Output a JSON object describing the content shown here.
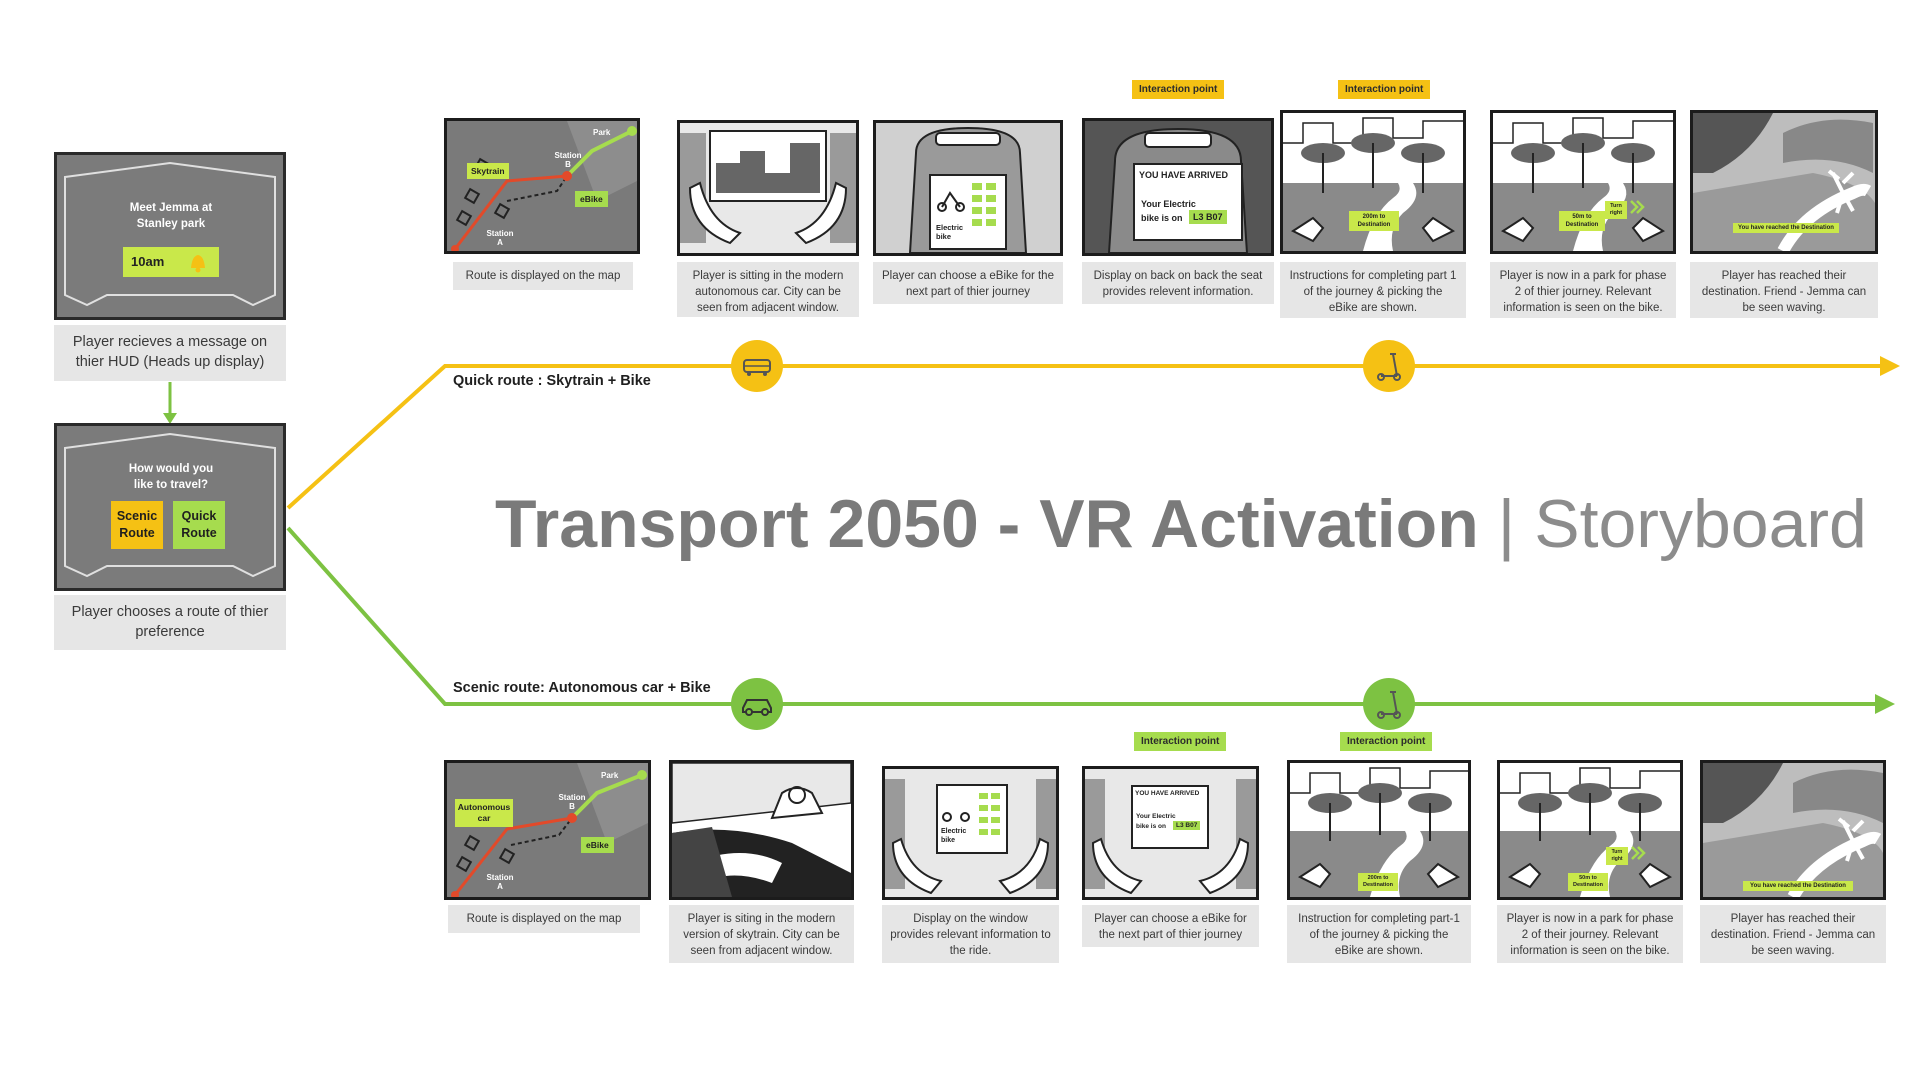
{
  "title": {
    "bold": "Transport 2050 - VR Activation",
    "separator": "|",
    "light": "Storyboard"
  },
  "colors": {
    "yellow": "#f5c114",
    "green": "#7dc242",
    "lime": "#a6dc4e",
    "dark": "#1c1c1c",
    "caption_bg": "#e6e6e6",
    "title_gray": "#7a7a7a"
  },
  "hud1": {
    "message": "Meet Jemma at Stanley park",
    "time": "10am",
    "icon": "bell-icon",
    "caption": "Player recieves a message on thier HUD (Heads up display)"
  },
  "hud2": {
    "question": "How would you like to travel?",
    "scenic": "Scenic Route",
    "quick": "Quick Route",
    "caption": "Player chooses a route of thier preference"
  },
  "quick_route": {
    "label": "Quick route : Skytrain + Bike",
    "markers": [
      "train-icon",
      "scooter-icon"
    ],
    "interaction_label": "Interaction point",
    "map": {
      "skytrain": "Skytrain",
      "station_b": "Station B",
      "station_a": "Station A",
      "park": "Park",
      "ebike": "eBike"
    },
    "panel3_label": "Electric bike",
    "panel4": {
      "arrived": "YOU HAVE ARRIVED",
      "line1": "Your Electric",
      "line2": "bike is on",
      "code": "L3 B07"
    },
    "panel5_sign": "200m to Destination",
    "panel6_sign": "50m to Destination",
    "panel6_turn": "Turn right",
    "panel7_banner": "You have reached the Destination",
    "captions": [
      "Route is displayed on the map",
      "Player is sitting in the modern autonomous car. City can be seen from adjacent window.",
      "Player can choose a eBike for the next part of thier journey",
      "Display on back on back the seat provides relevent information.",
      "Instructions for completing part 1 of the journey & picking the eBike are shown.",
      "Player is now in a park for phase 2 of thier journey. Relevant information is seen on the bike.",
      "Player has reached their destination. Friend - Jemma can be seen waving."
    ]
  },
  "scenic_route": {
    "label": "Scenic route: Autonomous car + Bike",
    "markers": [
      "car-icon",
      "scooter-icon"
    ],
    "interaction_label": "Interaction point",
    "map": {
      "car": "Autonomous car",
      "station_b": "Station B",
      "station_a": "Station A",
      "park": "Park",
      "ebike": "eBike"
    },
    "panel3_label": "Electric bike",
    "panel4": {
      "arrived": "YOU HAVE ARRIVED",
      "line1": "Your Electric",
      "line2": "bike is on",
      "code": "L3 B07"
    },
    "panel5_sign": "200m to Destination",
    "panel6_sign": "50m to Destination",
    "panel6_turn": "Turn right",
    "panel7_banner": "You have reached the Destination",
    "captions": [
      "Route is displayed on the map",
      "Player is siting in the modern version of skytrain. City can be seen from adjacent window.",
      "Display on the window provides relevant information to the ride.",
      "Player can choose a eBike for the next part of thier journey",
      "Instruction for completing part-1 of the journey & picking the eBike are shown.",
      "Player is now in a park for phase 2 of their journey. Relevant information is seen on the bike.",
      "Player has reached their destination. Friend - Jemma can be seen waving."
    ]
  }
}
